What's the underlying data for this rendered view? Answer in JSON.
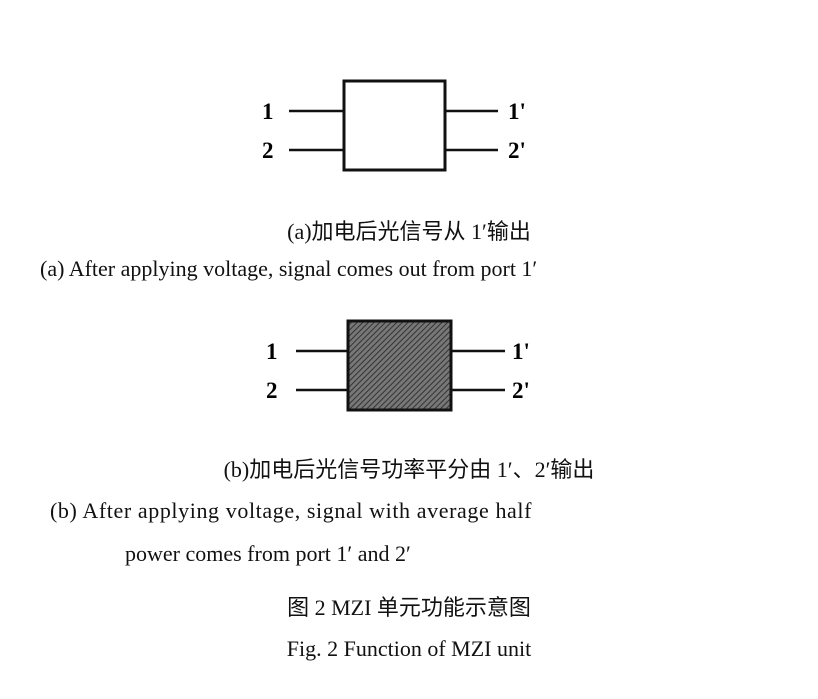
{
  "diagram_a": {
    "inputs": [
      "1",
      "2"
    ],
    "outputs": [
      "1'",
      "2'"
    ],
    "caption_zh": "(a)加电后光信号从 1′输出",
    "caption_en": "(a) After applying voltage, signal comes out from port 1′"
  },
  "diagram_b": {
    "inputs": [
      "1",
      "2"
    ],
    "outputs": [
      "1'",
      "2'"
    ],
    "caption_zh": "(b)加电后光信号功率平分由 1′、2′输出",
    "caption_en_line1": "(b) After applying voltage, signal with average half",
    "caption_en_line2": "power comes from port 1′ and 2′"
  },
  "figure": {
    "title_zh": "图 2   MZI 单元功能示意图",
    "title_en": "Fig. 2   Function of MZI unit"
  },
  "colors": {
    "ink": "#111111",
    "shaded_box": "#5a5a5a"
  }
}
